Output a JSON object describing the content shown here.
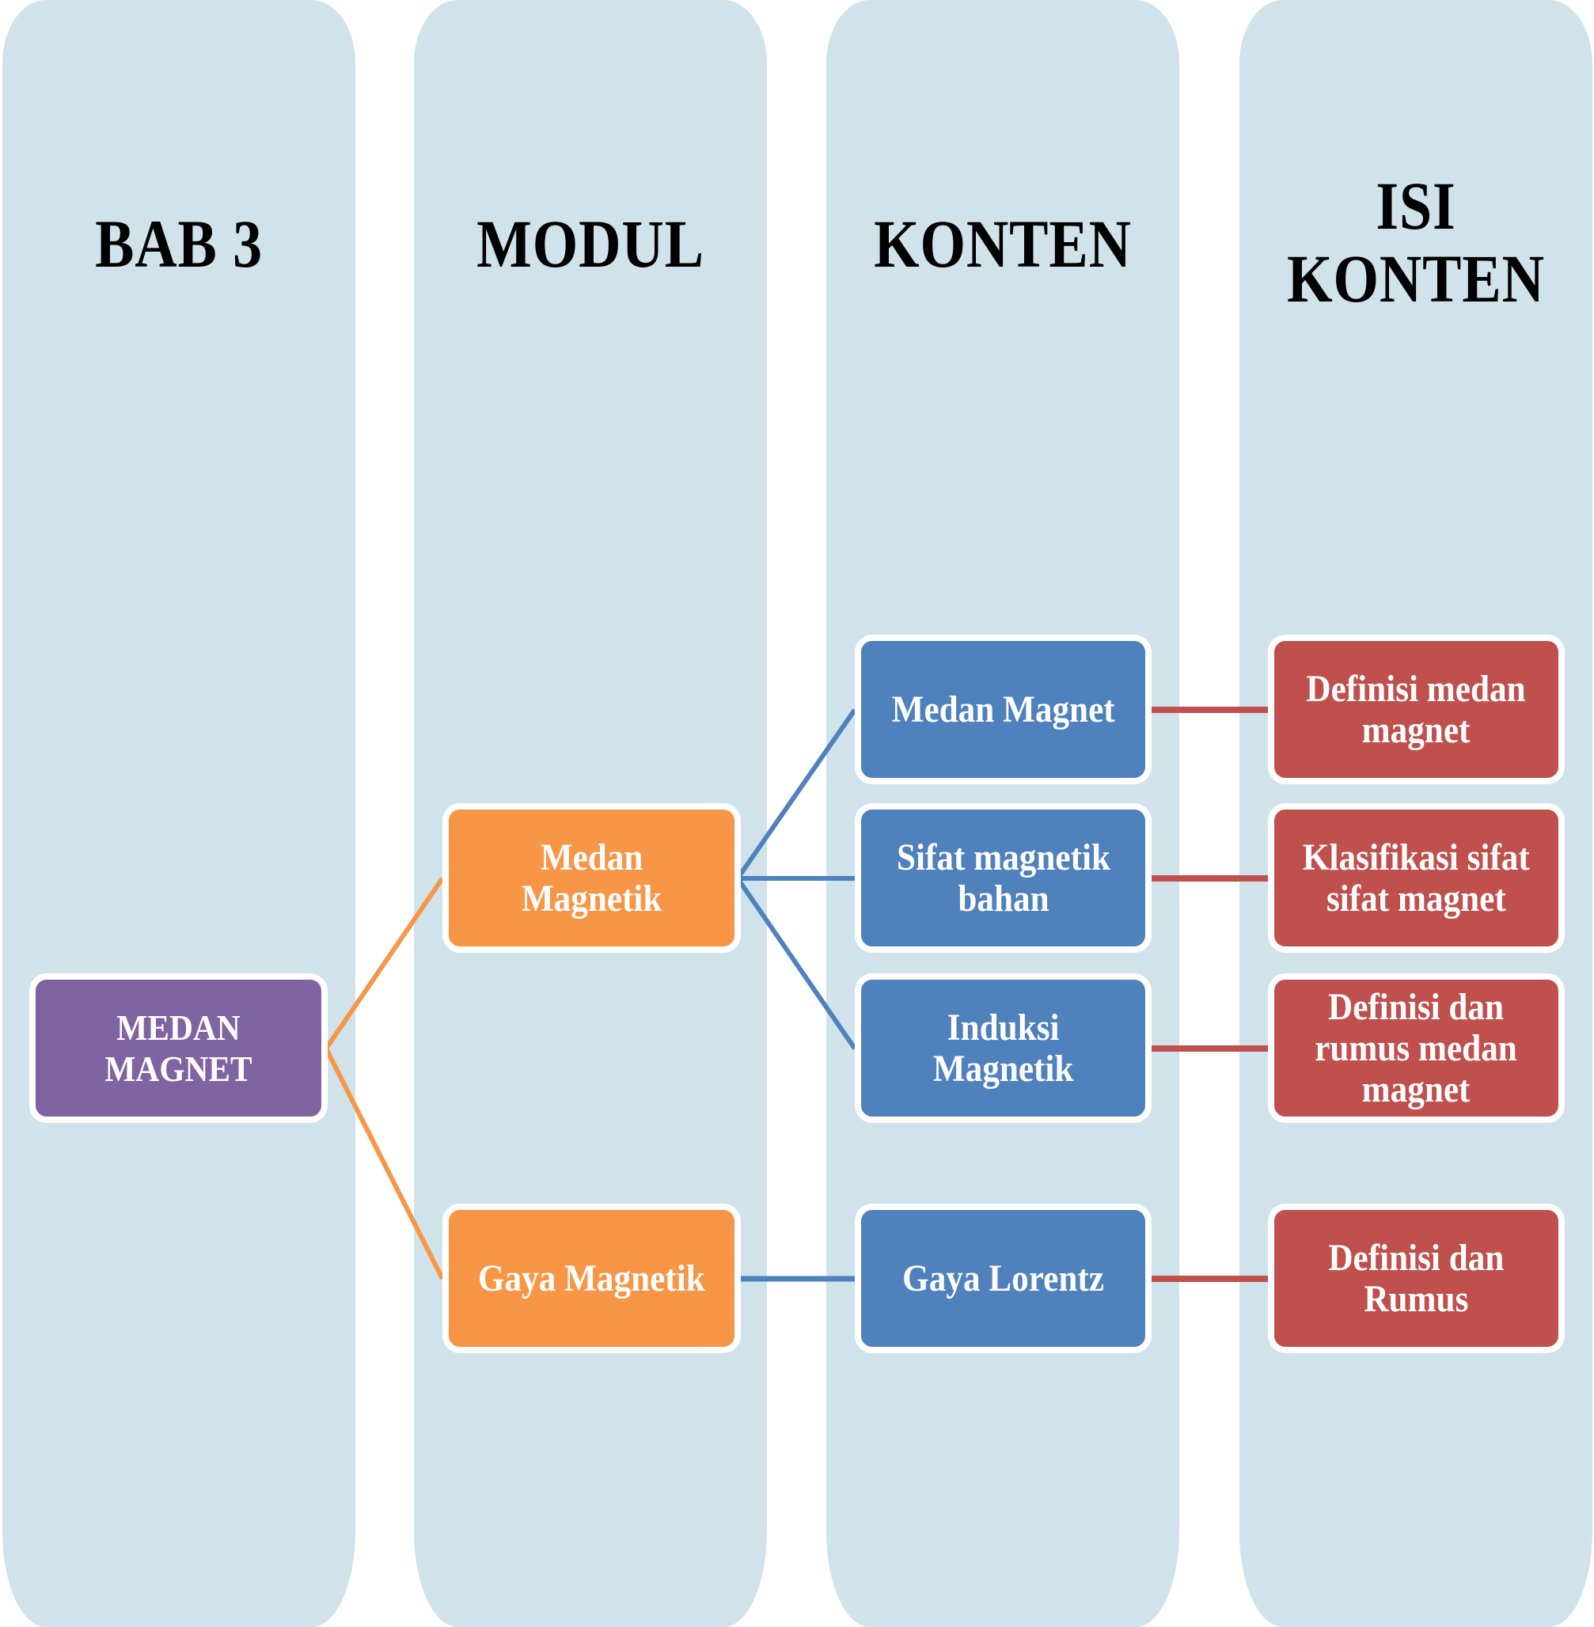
{
  "columns": [
    {
      "header": "BAB 3"
    },
    {
      "header": "MODUL"
    },
    {
      "header": "KONTEN"
    },
    {
      "header_line1": "ISI",
      "header_line2": "KONTEN"
    }
  ],
  "colors": {
    "column_bg": "#d0e3ea",
    "bab": "#8064a2",
    "modul": "#f79646",
    "konten": "#4f81bd",
    "isi": "#c0504d"
  },
  "bab": {
    "line1": "MEDAN",
    "line2": "MAGNET"
  },
  "modul": [
    {
      "line1": "Medan",
      "line2": "Magnetik"
    },
    {
      "line1": "Gaya Magnetik"
    }
  ],
  "konten": [
    {
      "line1": "Medan Magnet"
    },
    {
      "line1": "Sifat magnetik",
      "line2": "bahan"
    },
    {
      "line1": "Induksi",
      "line2": "Magnetik"
    },
    {
      "line1": "Gaya Lorentz"
    }
  ],
  "isi": [
    {
      "line1": "Definisi medan",
      "line2": "magnet"
    },
    {
      "line1": "Klasifikasi sifat",
      "line2": "sifat magnet"
    },
    {
      "line1": "Definisi dan",
      "line2": "rumus medan",
      "line3": "magnet"
    },
    {
      "line1": "Definisi dan",
      "line2": "Rumus"
    }
  ]
}
